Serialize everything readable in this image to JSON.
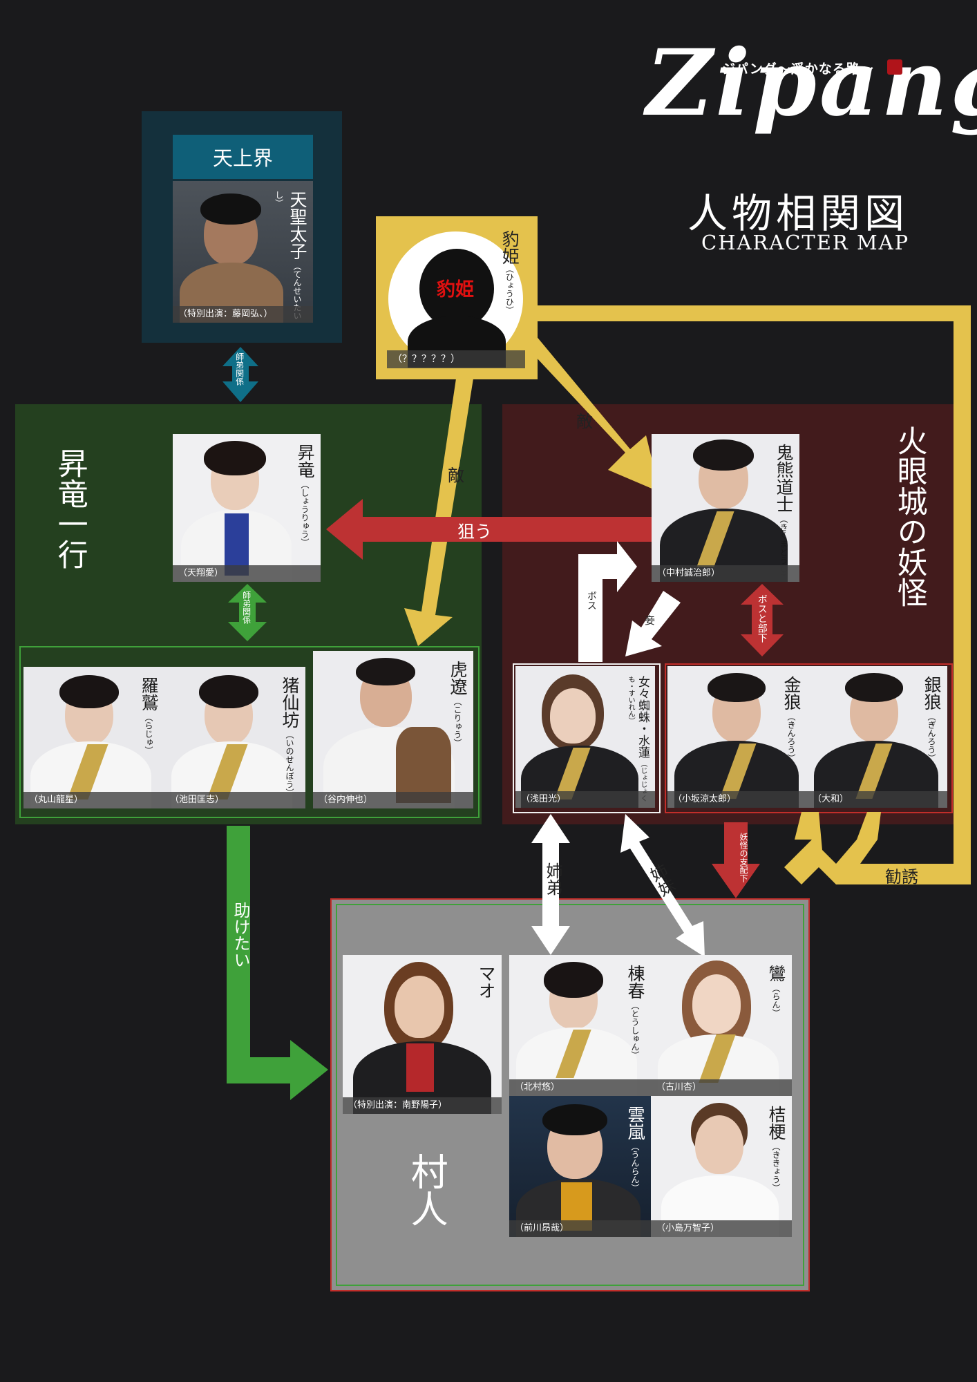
{
  "header": {
    "subtitle": "ジパング〜遥かなる路〜",
    "logo": "Zipang",
    "title": "人物相関図",
    "title_en": "CHARACTER MAP"
  },
  "groups": {
    "heaven": "天上界",
    "shoryu": "昇竜一行",
    "kagan": "火眼城の妖怪",
    "village": "村人"
  },
  "characters": {
    "hyouki": {
      "name": "豹姫",
      "kana": "（ひょうひ）",
      "actor": "（？？？？？）",
      "silhouette_label": "豹姫"
    },
    "tensei": {
      "name": "天聖太子",
      "kana": "（てんせいたいし）",
      "actor": "（特別出演：藤岡弘、）"
    },
    "shoryu": {
      "name": "昇竜",
      "kana": "（しょうりゅう）",
      "actor": "（天翔愛）"
    },
    "raju": {
      "name": "羅鷲",
      "kana": "（らじゅ）",
      "actor": "（丸山龍星）"
    },
    "isenbou": {
      "name": "猪仙坊",
      "kana": "（いのせんぼう）",
      "actor": "（池田匡志）"
    },
    "koryu": {
      "name": "虎遼",
      "kana": "（こりゅう）",
      "actor": "（谷内伸也）"
    },
    "kikuma": {
      "name": "鬼熊道士",
      "kana": "（きくまどうし）",
      "actor": "（中村誠治郎）"
    },
    "suiren": {
      "name": "女々蜘蛛・水蓮",
      "kana": "（じょじょくも・すいれん）",
      "actor": "（浅田光）"
    },
    "kinrou": {
      "name": "金狼",
      "kana": "（きんろう）",
      "actor": "（小坂涼太郎）"
    },
    "ginrou": {
      "name": "銀狼",
      "kana": "（ぎんろう）",
      "actor": "（大和）"
    },
    "mao": {
      "name": "マオ",
      "kana": "",
      "actor": "（特別出演：南野陽子）"
    },
    "toushun": {
      "name": "棟春",
      "kana": "（とうしゅん）",
      "actor": "（北村悠）"
    },
    "ran": {
      "name": "鸞",
      "kana": "（らん）",
      "actor": "（古川杏）"
    },
    "unran": {
      "name": "雲嵐",
      "kana": "（うんらん）",
      "actor": "（前川昂哉）"
    },
    "kikyou": {
      "name": "桔梗",
      "kana": "（ききょう）",
      "actor": "（小島万智子）"
    }
  },
  "relations": {
    "teacher_top": "師弟関係",
    "teacher_mid": "師弟関係",
    "enemy_left": "敵",
    "enemy_right": "敵",
    "target": "狙う",
    "boss": "ボス",
    "mistress": "妾",
    "boss_sub": "ボスと部下",
    "yokai_rule": "妖怪の支配下",
    "invite": "勧誘",
    "sister_brother": "姉弟",
    "sisters": "姉妹",
    "want_help": "助けたい"
  },
  "colors": {
    "background": "#1a1a1c",
    "yellow": "#e4c24d",
    "red": "#bd3233",
    "green": "#3fa13a",
    "teal": "#0f5f78"
  }
}
